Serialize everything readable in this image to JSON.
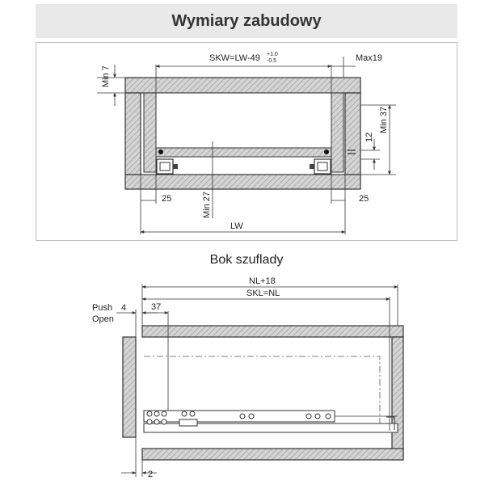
{
  "header": {
    "title": "Wymiary zabudowy"
  },
  "front_view": {
    "skw_main": "SKW=LW-49",
    "skw_tol_plus": "+1.0",
    "skw_tol_minus": "-0.5",
    "max19": "Max19",
    "min7": "Min 7",
    "min37": "Min 37",
    "dim12": "12",
    "dim25_left": "25",
    "dim25_right": "25",
    "min27": "Min 27",
    "lw": "LW"
  },
  "side_view": {
    "title": "Bok szuflady",
    "nl18": "NL+18",
    "skl": "SKL=NL",
    "push": "Push",
    "open": "Open",
    "dim4": "4",
    "dim37": "37",
    "dim2": "2"
  },
  "colors": {
    "hatch_fill": "#cfcfcf",
    "frame_fill": "#ffffff",
    "header_bg": "#e9e9e9",
    "line": "#333333"
  }
}
